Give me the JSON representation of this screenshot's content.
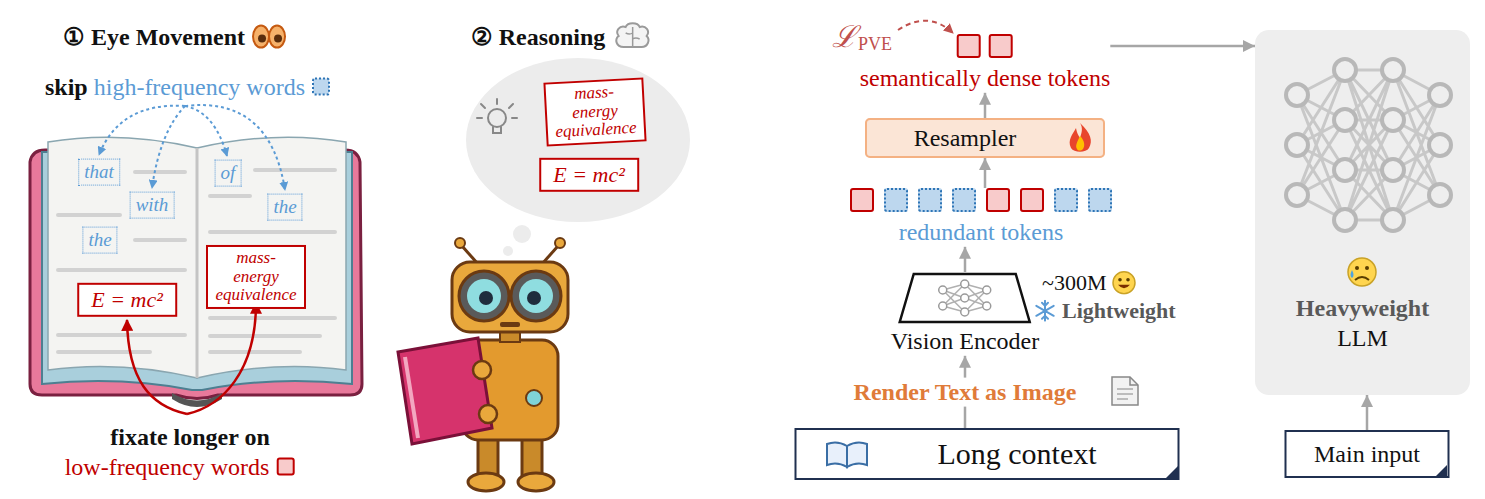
{
  "diagram": {
    "nodes": [
      {
        "text": [
          "that"
        ]
      },
      {
        "text": [
          "of"
        ]
      },
      {
        "text": [
          "with"
        ]
      },
      {
        "text": [
          "the"
        ]
      },
      {
        "text": [
          "the"
        ]
      },
      {
        "text": [
          "E = mc²"
        ]
      },
      {
        "text": [
          "mass-energy equivalence"
        ]
      },
      {
        "text": [
          "mass-energy equivalence"
        ]
      },
      {
        "text": [
          "E = mc²"
        ]
      },
      {
        "text": [
          "semantically dense tokens"
        ]
      },
      {
        "text": [
          "Resampler"
        ]
      },
      {
        "text": [
          "redundant tokens"
        ]
      },
      {
        "text": [
          "Vision Encoder"
        ]
      },
      {
        "text": [
          "Long context"
        ]
      },
      {
        "text": [
          "Heavyweight",
          "LLM"
        ]
      },
      {
        "text": [
          "Main input"
        ]
      }
    ],
    "edges": [
      {
        "from": 13,
        "to": 12,
        "arrow": "to",
        "label": "Render Text as Image"
      },
      {
        "from": 12,
        "to": 11,
        "arrow": "to"
      },
      {
        "from": 11,
        "to": 10,
        "arrow": "to"
      },
      {
        "from": 10,
        "to": 9,
        "arrow": "to"
      },
      {
        "from": 9,
        "to": 14,
        "arrow": "to"
      },
      {
        "from": 15,
        "to": 14,
        "arrow": "to"
      }
    ],
    "labels": [
      "① Eye Movement",
      "skip",
      "high-frequency words",
      "fixate longer on",
      "low-frequency words",
      "② Reasoning",
      "ℒ",
      "PVE",
      "~300M",
      "Lightweight"
    ]
  }
}
